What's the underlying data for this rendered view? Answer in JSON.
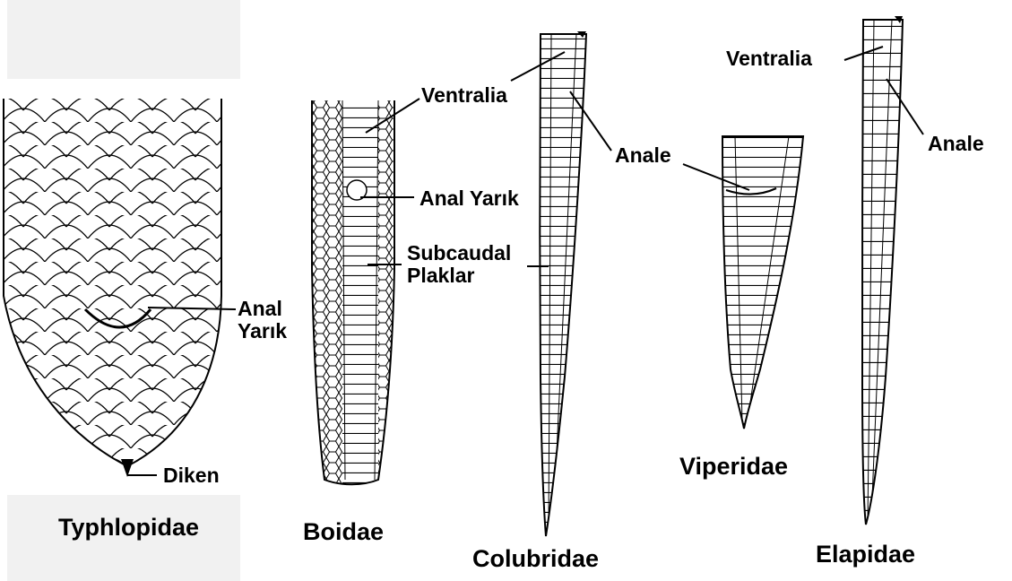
{
  "families": {
    "typhlopidae": "Typhlopidae",
    "boidae": "Boidae",
    "colubridae": "Colubridae",
    "viperidae": "Viperidae",
    "elapidae": "Elapidae"
  },
  "labels": {
    "anal_yarik_typhlo_1": "Anal",
    "anal_yarik_typhlo_2": "Yarık",
    "diken": "Diken",
    "ventralia_boidae": "Ventralia",
    "anal_yarik_boidae": "Anal Yarık",
    "subcaudal_1": "Subcaudal",
    "subcaudal_2": "Plaklar",
    "anale_colubridae": "Anale",
    "ventralia_elapidae": "Ventralia",
    "anale_elapidae": "Anale"
  },
  "colors": {
    "ink": "#000000",
    "paper": "#ffffff",
    "panel_bg": "#f1f1f1"
  }
}
